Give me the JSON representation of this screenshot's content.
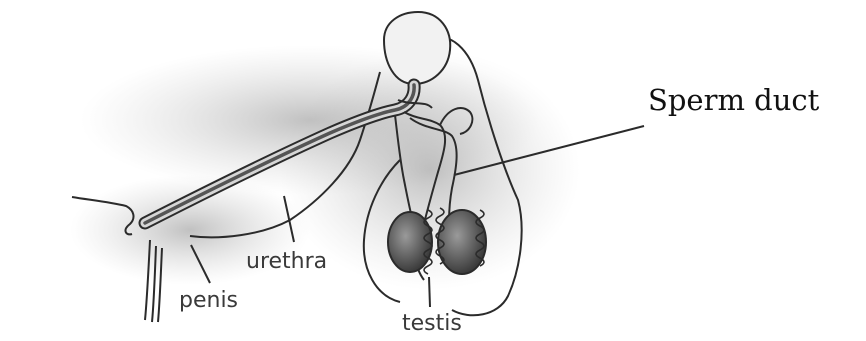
{
  "labels": {
    "sperm_duct": "Sperm duct",
    "urethra": "urethra",
    "penis": "penis",
    "testis": "testis"
  },
  "colors": {
    "line": "#2b2b2b",
    "testis_fill": "#6f6f6f",
    "shade": "#9a9a9a",
    "bladder_fill": "#f2f2f2"
  }
}
